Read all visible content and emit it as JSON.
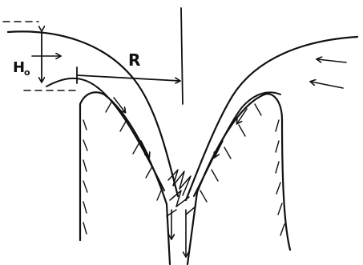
{
  "diagram": {
    "labels": {
      "head": "H",
      "head_subscript": "o",
      "radius": "R"
    }
  }
}
